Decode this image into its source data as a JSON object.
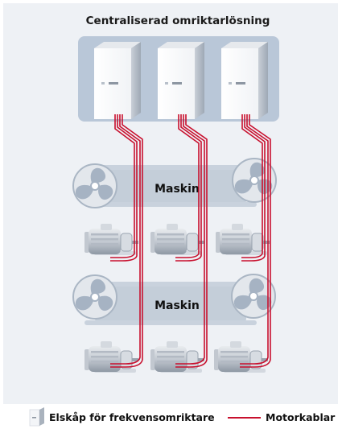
{
  "diagram": {
    "title": "Centraliserad omriktarlösning",
    "machines": [
      {
        "label": "Maskin"
      },
      {
        "label": "Maskin"
      }
    ],
    "cabinet_count": 3,
    "motor_rows": 2,
    "motors_per_row": 3
  },
  "legend": {
    "cabinet_label": "Elskåp för frekvensomriktare",
    "cable_label": "Motorkablar"
  },
  "colors": {
    "background_panel": "#eef1f5",
    "cabinet_box": "#b9c7d8",
    "cable": "#c8102e",
    "icon": "#a6b3c3"
  }
}
